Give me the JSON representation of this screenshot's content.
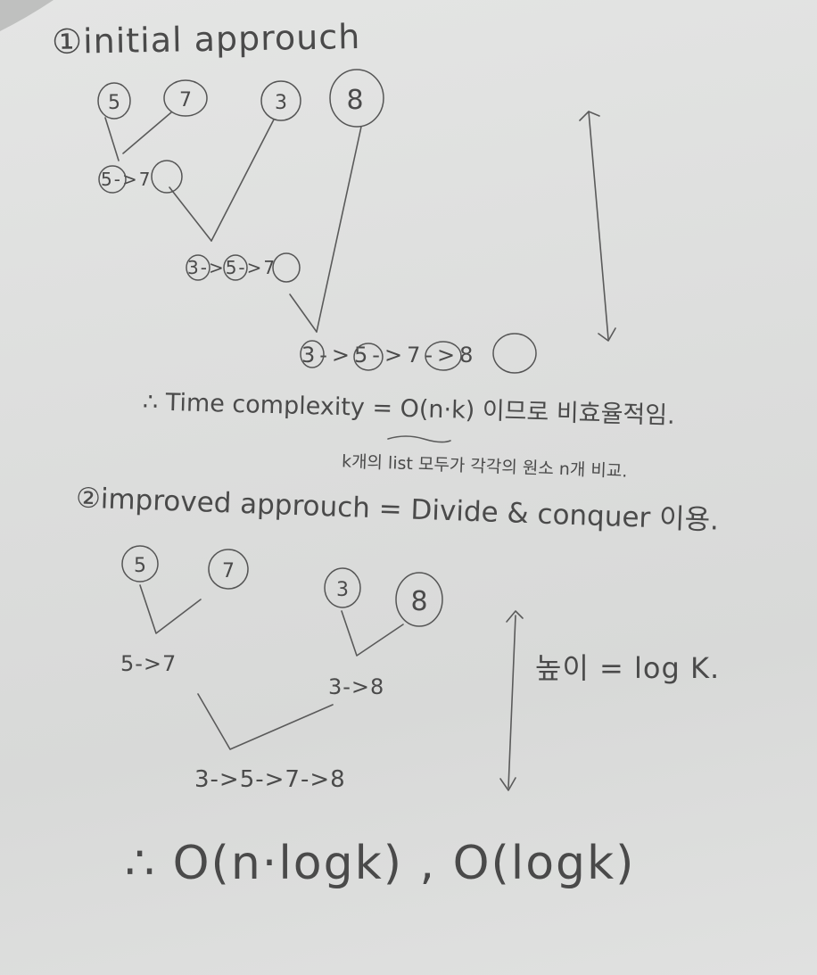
{
  "section1": {
    "heading": "①initial approuch",
    "leaves": [
      "5",
      "7",
      "3",
      "8"
    ],
    "merge_steps": [
      "5->7",
      "3->5->7",
      "3->5->7->8"
    ],
    "complexity_line": "∴ Time complexity = O(n·k) 이므로 비효율적임.",
    "note": "k개의 list 모두가 각각의 원소 n개 비교."
  },
  "section2": {
    "heading": "②improved approuch = Divide & conquer 이용.",
    "leaves": [
      "5",
      "7",
      "3",
      "8"
    ],
    "pair_merges": [
      "5->7",
      "3->8"
    ],
    "final_merge": "3->5->7->8",
    "height_note": "높이 = log K.",
    "result": "∴ O(n·logk) , O(logk)"
  }
}
